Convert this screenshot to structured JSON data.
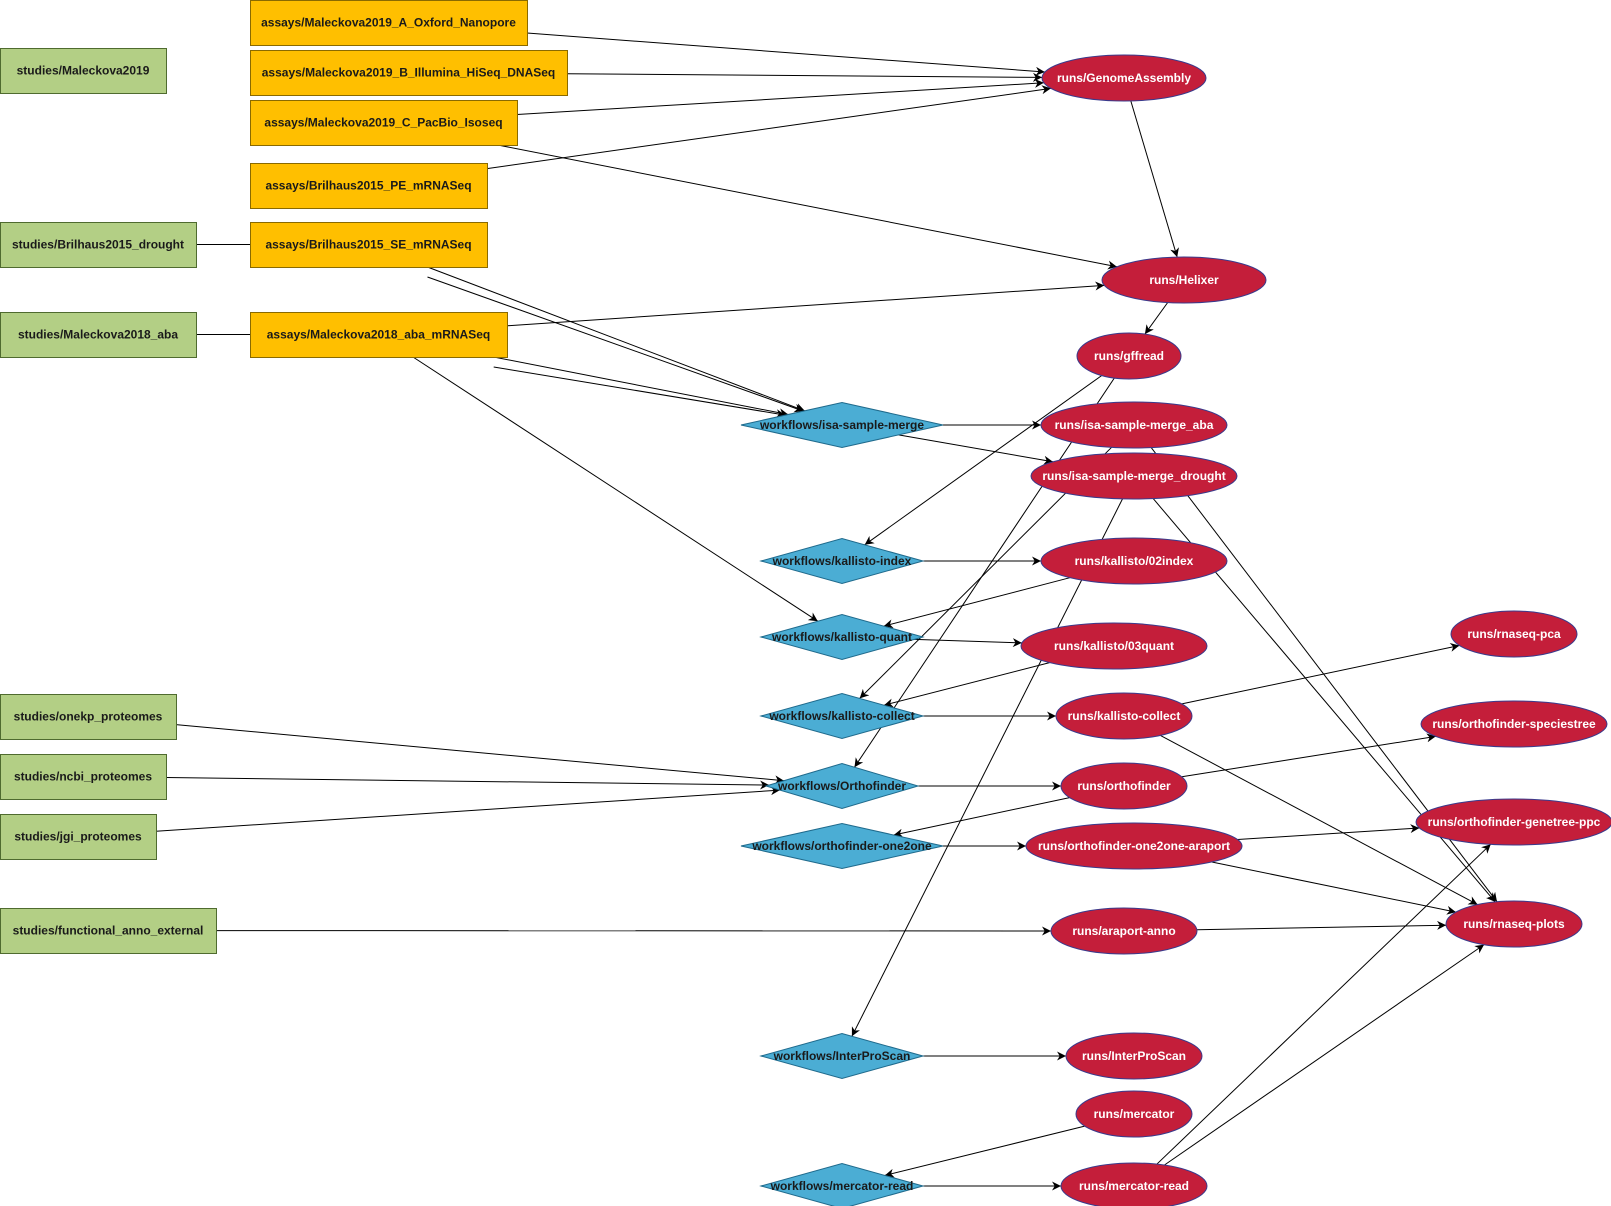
{
  "colors": {
    "study_fill": "#b3cf85",
    "study_stroke": "#4f6b2f",
    "assay_fill": "#ffbf00",
    "assay_stroke": "#8a6a00",
    "workflow_fill": "#4badd4",
    "workflow_stroke": "#1f6a8c",
    "run_fill": "#c41e3a",
    "run_stroke": "#3a3a8c",
    "edge": "#000000"
  },
  "nodes": [
    {
      "id": "s_m2019",
      "type": "study",
      "label": "studies/Maleckova2019"
    },
    {
      "id": "s_b2015",
      "type": "study",
      "label": "studies/Brilhaus2015_drought"
    },
    {
      "id": "s_m2018",
      "type": "study",
      "label": "studies/Maleckova2018_aba"
    },
    {
      "id": "s_onekp",
      "type": "study",
      "label": "studies/onekp_proteomes"
    },
    {
      "id": "s_ncbi",
      "type": "study",
      "label": "studies/ncbi_proteomes"
    },
    {
      "id": "s_jgi",
      "type": "study",
      "label": "studies/jgi_proteomes"
    },
    {
      "id": "s_func",
      "type": "study",
      "label": "studies/functional_anno_external"
    },
    {
      "id": "a_ont",
      "type": "assay",
      "label": "assays/Maleckova2019_A_Oxford_Nanopore"
    },
    {
      "id": "a_ill",
      "type": "assay",
      "label": "assays/Maleckova2019_B_Illumina_HiSeq_DNASeq"
    },
    {
      "id": "a_pac",
      "type": "assay",
      "label": "assays/Maleckova2019_C_PacBio_Isoseq"
    },
    {
      "id": "a_pe",
      "type": "assay",
      "label": "assays/Brilhaus2015_PE_mRNASeq"
    },
    {
      "id": "a_se",
      "type": "assay",
      "label": "assays/Brilhaus2015_SE_mRNASeq"
    },
    {
      "id": "a_aba",
      "type": "assay",
      "label": "assays/Maleckova2018_aba_mRNASeq"
    },
    {
      "id": "w_merge",
      "type": "workflow",
      "label": "workflows/isa-sample-merge"
    },
    {
      "id": "w_kidx",
      "type": "workflow",
      "label": "workflows/kallisto-index"
    },
    {
      "id": "w_kquant",
      "type": "workflow",
      "label": "workflows/kallisto-quant"
    },
    {
      "id": "w_kcoll",
      "type": "workflow",
      "label": "workflows/kallisto-collect"
    },
    {
      "id": "w_ortho",
      "type": "workflow",
      "label": "workflows/Orthofinder"
    },
    {
      "id": "w_o2o",
      "type": "workflow",
      "label": "workflows/orthofinder-one2one"
    },
    {
      "id": "w_ips",
      "type": "workflow",
      "label": "workflows/InterProScan"
    },
    {
      "id": "w_mread",
      "type": "workflow",
      "label": "workflows/mercator-read"
    },
    {
      "id": "r_ga",
      "type": "run",
      "label": "runs/GenomeAssembly"
    },
    {
      "id": "r_hel",
      "type": "run",
      "label": "runs/Helixer"
    },
    {
      "id": "r_gff",
      "type": "run",
      "label": "runs/gffread"
    },
    {
      "id": "r_mrgaba",
      "type": "run",
      "label": "runs/isa-sample-merge_aba"
    },
    {
      "id": "r_mrgdr",
      "type": "run",
      "label": "runs/isa-sample-merge_drought"
    },
    {
      "id": "r_kidx",
      "type": "run",
      "label": "runs/kallisto/02index"
    },
    {
      "id": "r_kquant",
      "type": "run",
      "label": "runs/kallisto/03quant"
    },
    {
      "id": "r_kcoll",
      "type": "run",
      "label": "runs/kallisto-collect"
    },
    {
      "id": "r_ortho",
      "type": "run",
      "label": "runs/orthofinder"
    },
    {
      "id": "r_o2o",
      "type": "run",
      "label": "runs/orthofinder-one2one-araport"
    },
    {
      "id": "r_ara",
      "type": "run",
      "label": "runs/araport-anno"
    },
    {
      "id": "r_ips",
      "type": "run",
      "label": "runs/InterProScan"
    },
    {
      "id": "r_merc",
      "type": "run",
      "label": "runs/mercator"
    },
    {
      "id": "r_mread",
      "type": "run",
      "label": "runs/mercator-read"
    },
    {
      "id": "r_pca",
      "type": "run",
      "label": "runs/rnaseq-pca"
    },
    {
      "id": "r_spt",
      "type": "run",
      "label": "runs/orthofinder-speciestree"
    },
    {
      "id": "r_gtp",
      "type": "run",
      "label": "runs/orthofinder-genetree-ppc"
    },
    {
      "id": "r_plots",
      "type": "run",
      "label": "runs/rnaseq-plots"
    }
  ],
  "edges": [
    {
      "from": "a_ont",
      "to": "r_ga"
    },
    {
      "from": "a_ill",
      "to": "r_ga"
    },
    {
      "from": "a_pac",
      "to": "r_ga"
    },
    {
      "from": "a_pe",
      "to": "r_ga"
    },
    {
      "from": "a_pac",
      "to": "r_hel"
    },
    {
      "from": "r_ga",
      "to": "r_hel"
    },
    {
      "from": "a_aba",
      "to": "r_hel"
    },
    {
      "from": "r_hel",
      "to": "r_gff"
    },
    {
      "from": "s_b2015",
      "to": "a_se",
      "arrow": false
    },
    {
      "from": "s_m2018",
      "to": "a_aba",
      "arrow": false
    },
    {
      "from": "a_se",
      "to": "w_merge"
    },
    {
      "from": "a_se",
      "to": "w_merge"
    },
    {
      "from": "a_aba",
      "to": "w_merge"
    },
    {
      "from": "a_aba",
      "to": "w_merge"
    },
    {
      "from": "w_merge",
      "to": "r_mrgaba"
    },
    {
      "from": "w_merge",
      "to": "r_mrgdr"
    },
    {
      "from": "a_aba",
      "to": "w_kquant"
    },
    {
      "from": "r_gff",
      "to": "w_kidx"
    },
    {
      "from": "w_kidx",
      "to": "r_kidx"
    },
    {
      "from": "r_kidx",
      "to": "w_kquant"
    },
    {
      "from": "w_kquant",
      "to": "r_kquant"
    },
    {
      "from": "r_kquant",
      "to": "w_kcoll"
    },
    {
      "from": "w_kcoll",
      "to": "r_kcoll"
    },
    {
      "from": "r_mrgaba",
      "to": "w_kcoll"
    },
    {
      "from": "r_gff",
      "to": "w_ortho"
    },
    {
      "from": "s_onekp",
      "to": "w_ortho"
    },
    {
      "from": "s_ncbi",
      "to": "w_ortho"
    },
    {
      "from": "s_jgi",
      "to": "w_ortho"
    },
    {
      "from": "w_ortho",
      "to": "r_ortho"
    },
    {
      "from": "r_ortho",
      "to": "w_o2o"
    },
    {
      "from": "w_o2o",
      "to": "r_o2o"
    },
    {
      "from": "r_mrgdr",
      "to": "w_ips"
    },
    {
      "from": "s_func",
      "to": "r_ara"
    },
    {
      "from": "w_ips",
      "to": "r_ips"
    },
    {
      "from": "r_merc",
      "to": "w_mread"
    },
    {
      "from": "w_mread",
      "to": "r_mread"
    },
    {
      "from": "r_kcoll",
      "to": "r_pca"
    },
    {
      "from": "r_ortho",
      "to": "r_spt"
    },
    {
      "from": "r_o2o",
      "to": "r_gtp"
    },
    {
      "from": "r_mread",
      "to": "r_gtp"
    },
    {
      "from": "r_mrgaba",
      "to": "r_plots"
    },
    {
      "from": "r_mrgdr",
      "to": "r_plots"
    },
    {
      "from": "r_kcoll",
      "to": "r_plots"
    },
    {
      "from": "r_o2o",
      "to": "r_plots"
    },
    {
      "from": "r_ara",
      "to": "r_plots"
    },
    {
      "from": "r_mread",
      "to": "r_plots"
    }
  ]
}
